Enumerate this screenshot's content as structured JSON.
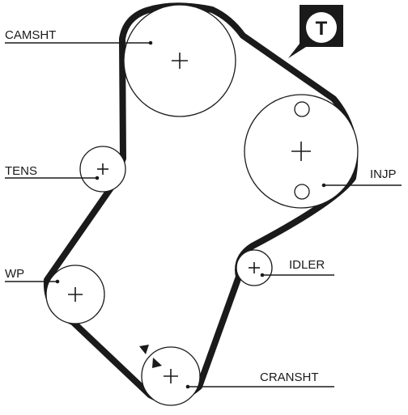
{
  "labels": {
    "camshaft": "CAMSHT",
    "tensioner": "TENS",
    "injection_pump": "INJP",
    "idler": "IDLER",
    "water_pump": "WP",
    "crankshaft": "CRANSHT"
  },
  "badge": {
    "letter": "T",
    "icon": "tensioner-badge-icon"
  },
  "colors": {
    "ink": "#1a1a1a",
    "background": "#ffffff"
  }
}
